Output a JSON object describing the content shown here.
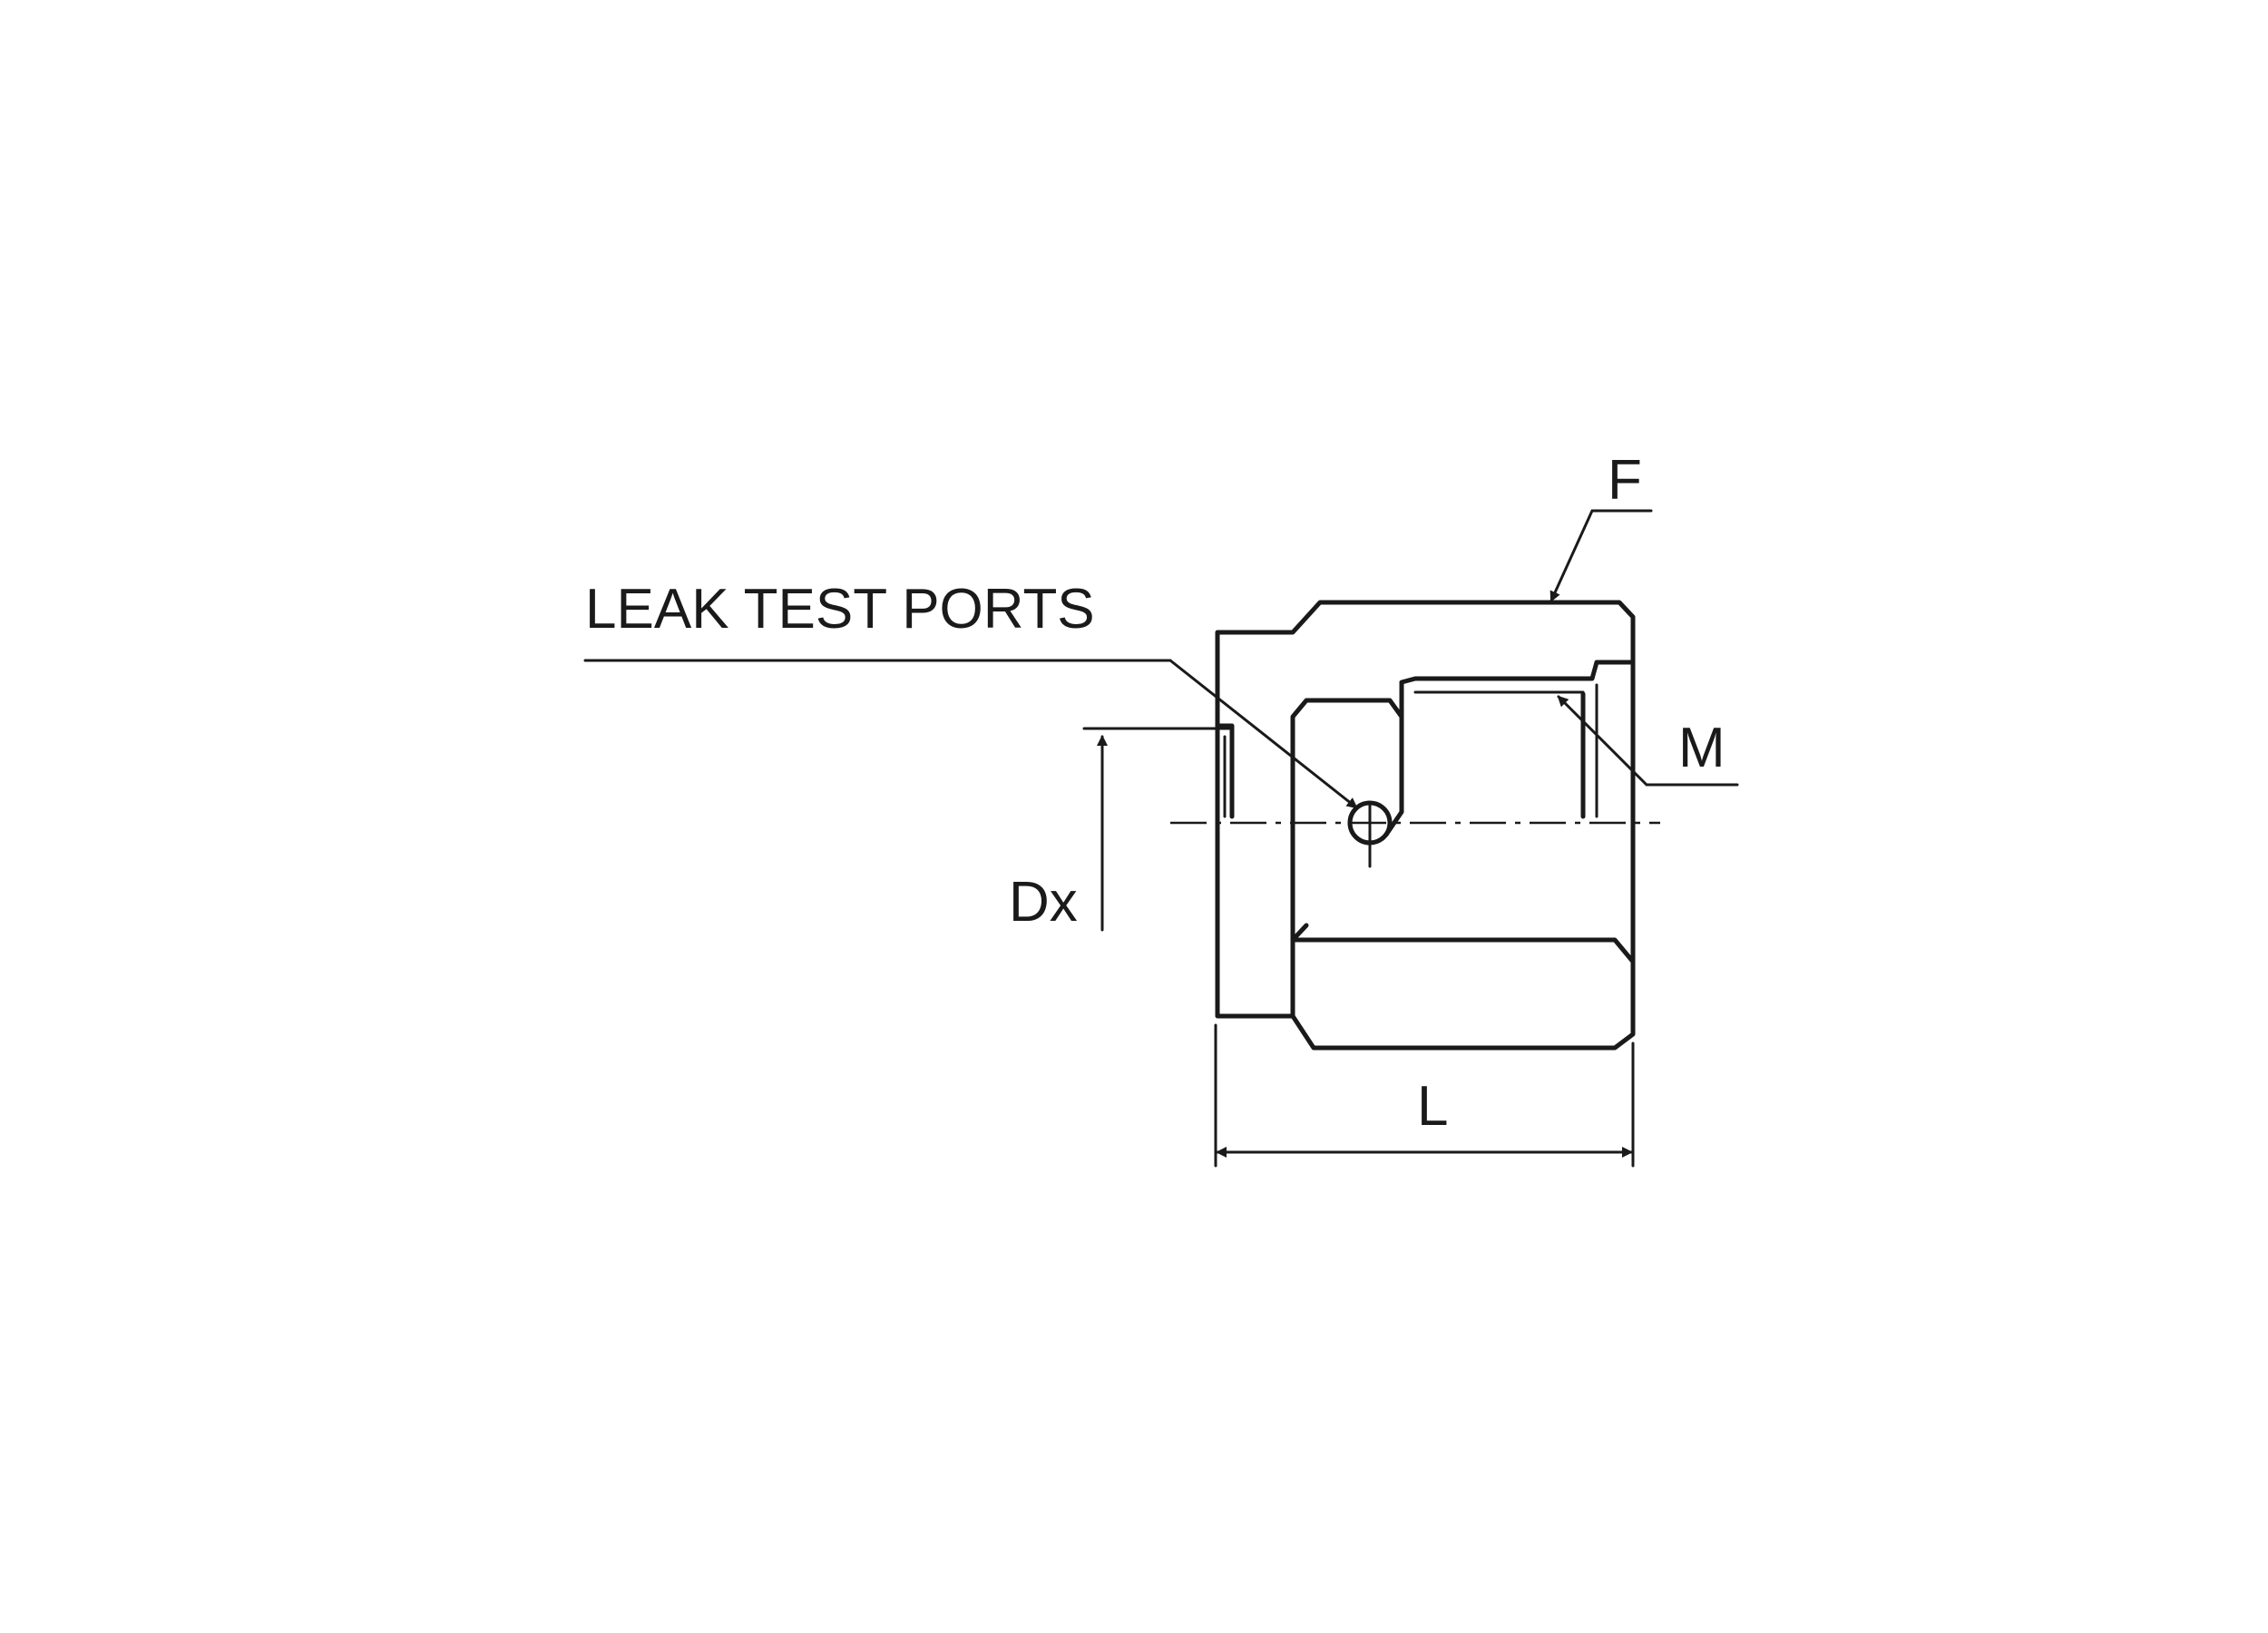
{
  "labels": {
    "leak_test_ports": "LEAK TEST PORTS",
    "f": "F",
    "m": "M",
    "dx": "Dx",
    "l": "L"
  },
  "colors": {
    "line": "#1a1a1a",
    "background": "#ffffff"
  }
}
